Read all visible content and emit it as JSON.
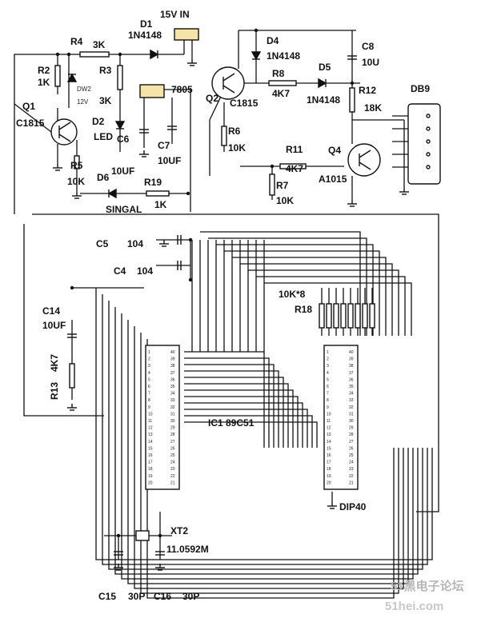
{
  "diagram": {
    "labels": {
      "power_in": "15V IN",
      "d1_ref": "D1",
      "d1_part": "1N4148",
      "r4_ref": "R4",
      "r4_val": "3K",
      "r2_ref": "R2",
      "r2_val": "1K",
      "dw2_ref": "DW2",
      "dw2_val": "12V",
      "r3_ref": "R3",
      "r3_val": "3K",
      "reg_part": "7805",
      "d2_ref": "D2",
      "d2_val": "LED",
      "q1_ref": "Q1",
      "q1_part": "C1815",
      "c6_ref": "C6",
      "c6_val": "10UF",
      "c7_ref": "C7",
      "c7_val": "10UF",
      "r5_ref": "R5",
      "r5_val": "10K",
      "d6_ref": "D6",
      "r19_ref": "R19",
      "r19_val": "1K",
      "singal": "SINGAL",
      "d4_ref": "D4",
      "d4_part": "1N4148",
      "c8_ref": "C8",
      "c8_val": "10U",
      "q2_ref": "Q2",
      "q2_part": "C1815",
      "r8_ref": "R8",
      "r8_val": "4K7",
      "d5_ref": "D5",
      "d5_part": "1N4148",
      "r12_ref": "R12",
      "r12_val": "18K",
      "db9": "DB9",
      "r6_ref": "R6",
      "r6_val": "10K",
      "r11_ref": "R11",
      "r11_val": "4K7",
      "q4_ref": "Q4",
      "q4_part": "A1015",
      "r7_ref": "R7",
      "r7_val": "10K",
      "c5": "C5",
      "c5_val": "104",
      "c4": "C4",
      "c4_val": "104",
      "r18_val": "10K*8",
      "r18_ref": "R18",
      "c14_ref": "C14",
      "c14_val": "10UF",
      "r13_ref": "R13",
      "r13_val": "4K7",
      "ic1": "IC1 89C51",
      "dip40": "DIP40",
      "xt2": "XT2",
      "xt2_val": "11.0592M",
      "c15": "C15",
      "c15_val": "30P",
      "c16": "C16",
      "c16_val": "30P"
    },
    "watermark": {
      "line1": "51黑电子论坛",
      "line2": "51hei.com"
    }
  }
}
